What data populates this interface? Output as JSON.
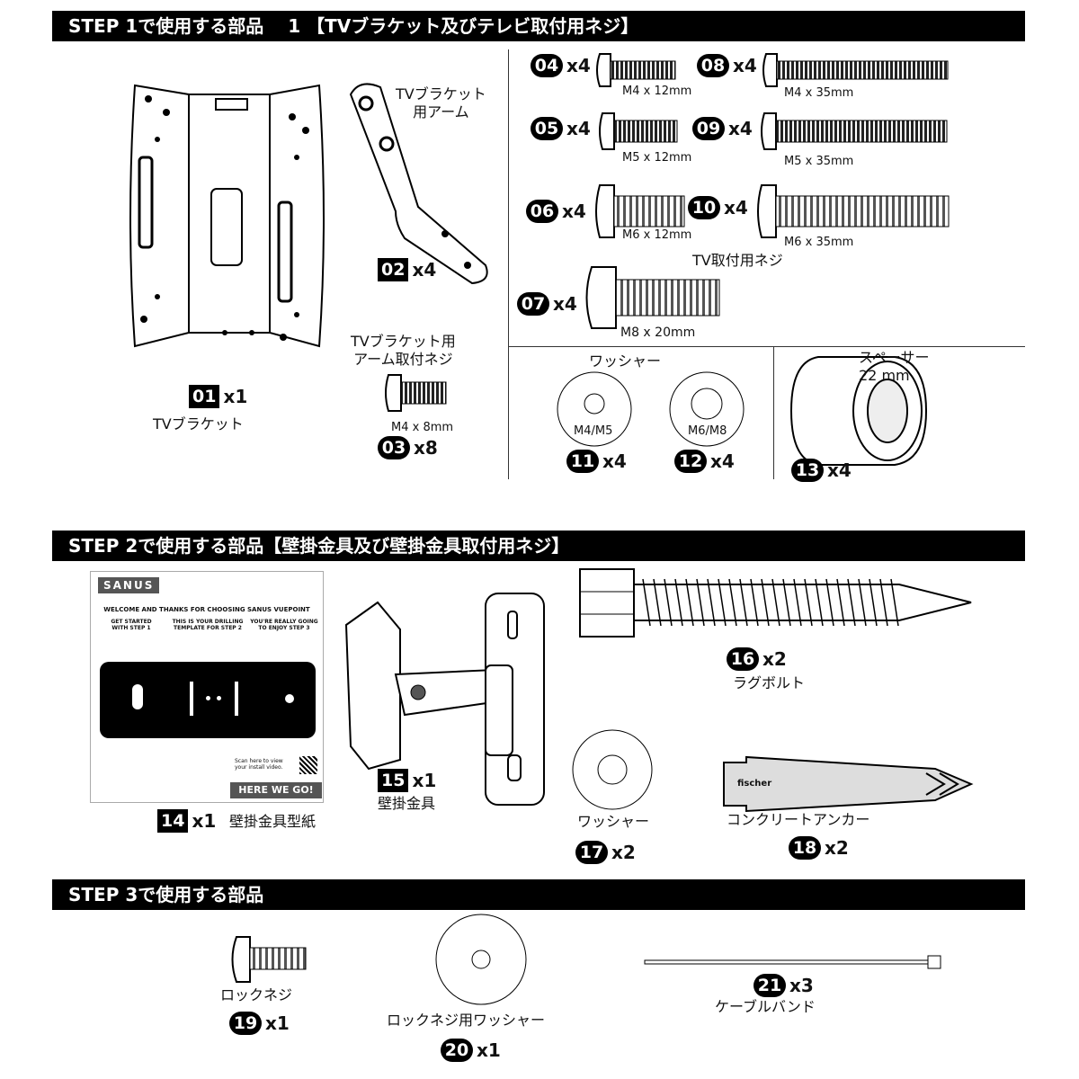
{
  "step1": {
    "title": "STEP 1で使用する部品　 1 【TVブラケット及びテレビ取付用ネジ】",
    "bracket": {
      "num": "01",
      "qty": "x1",
      "name": "TVブラケット"
    },
    "arm": {
      "num": "02",
      "qty": "x4",
      "name": "TVブラケット\n用アーム"
    },
    "arm_screw": {
      "num": "03",
      "qty": "x8",
      "name": "TVブラケット用\nアーム取付ネジ",
      "size": "M4 x 8mm"
    },
    "tv_screws_label": "TV取付用ネジ",
    "screws": [
      {
        "num": "04",
        "qty": "x4",
        "size": "M4 x 12mm"
      },
      {
        "num": "05",
        "qty": "x4",
        "size": "M5 x 12mm"
      },
      {
        "num": "06",
        "qty": "x4",
        "size": "M6 x 12mm"
      },
      {
        "num": "07",
        "qty": "x4",
        "size": "M8 x 20mm"
      },
      {
        "num": "08",
        "qty": "x4",
        "size": "M4 x 35mm"
      },
      {
        "num": "09",
        "qty": "x4",
        "size": "M5 x 35mm"
      },
      {
        "num": "10",
        "qty": "x4",
        "size": "M6 x 35mm"
      }
    ],
    "washers": {
      "name": "ワッシャー",
      "items": [
        {
          "num": "11",
          "qty": "x4",
          "size": "M4/M5"
        },
        {
          "num": "12",
          "qty": "x4",
          "size": "M6/M8"
        }
      ]
    },
    "spacer": {
      "num": "13",
      "qty": "x4",
      "name": "スペーサー\n22 mm"
    }
  },
  "step2": {
    "title": "STEP 2で使用する部品【壁掛金具及び壁掛金具取付用ネジ】",
    "template": {
      "num": "14",
      "qty": "x1",
      "name": "壁掛金具型紙",
      "brand": "SANUS",
      "welcome": "WELCOME AND THANKS FOR CHOOSING SANUS VUEPOINT",
      "col1": "GET STARTED\nWITH STEP 1",
      "col2": "THIS IS YOUR DRILLING\nTEMPLATE FOR STEP 2",
      "col3": "YOU'RE REALLY GOING\nTO ENJOY STEP 3",
      "scan": "Scan here to view\nyour install video.",
      "cta": "HERE WE GO!"
    },
    "wall_bracket": {
      "num": "15",
      "qty": "x1",
      "name": "壁掛金具"
    },
    "lag_bolt": {
      "num": "16",
      "qty": "x2",
      "name": "ラグボルト"
    },
    "washer": {
      "num": "17",
      "qty": "x2",
      "name": "ワッシャー"
    },
    "anchor": {
      "num": "18",
      "qty": "x2",
      "name": "コンクリートアンカー",
      "brand": "fischer"
    }
  },
  "step3": {
    "title": "STEP 3で使用する部品",
    "lock_screw": {
      "num": "19",
      "qty": "x1",
      "name": "ロックネジ"
    },
    "lock_washer": {
      "num": "20",
      "qty": "x1",
      "name": "ロックネジ用ワッシャー"
    },
    "cable_tie": {
      "num": "21",
      "qty": "x3",
      "name": "ケーブルバンド"
    }
  }
}
